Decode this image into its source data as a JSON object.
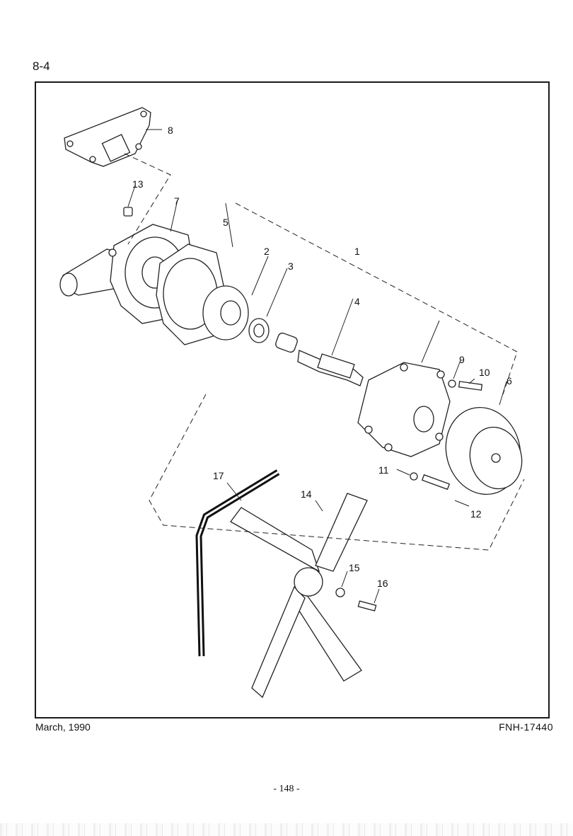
{
  "header": {
    "section": "8-4"
  },
  "footer": {
    "date": "March, 1990",
    "doc_number": "FNH-17440",
    "page": "- 148 -"
  },
  "callouts": [
    "1",
    "2",
    "3",
    "4",
    "5",
    "6",
    "7",
    "8",
    "9",
    "10",
    "11",
    "12",
    "13",
    "14",
    "15",
    "16",
    "17"
  ]
}
